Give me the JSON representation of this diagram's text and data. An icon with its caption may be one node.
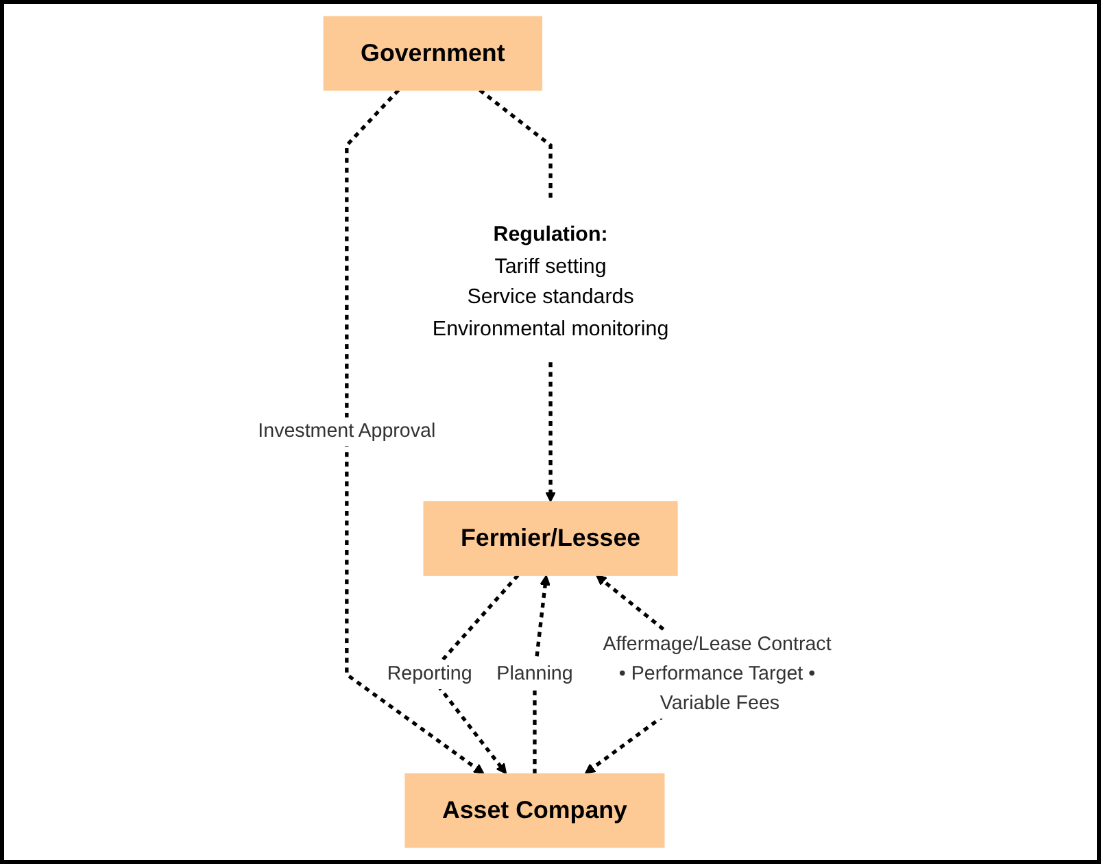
{
  "diagram": {
    "nodes": [
      {
        "text": [
          "Government"
        ]
      },
      {
        "text": [
          "Regulation:",
          "Tariff setting",
          "Service standards",
          "Environmental monitoring"
        ]
      },
      {
        "text": [
          "Asset Company"
        ]
      },
      {
        "text": [
          "Fermier/Lessee"
        ]
      }
    ],
    "edges": [
      {
        "from": 0,
        "to": 1,
        "arrow": "none"
      },
      {
        "from": 1,
        "to": 3,
        "arrow": "to"
      },
      {
        "from": 0,
        "to": 2,
        "arrow": "to",
        "label": "Investment Approval"
      },
      {
        "from": 3,
        "to": 2,
        "arrow": "to",
        "label": "Reporting"
      },
      {
        "from": 2,
        "to": 3,
        "arrow": "to",
        "label": "Planning"
      },
      {
        "from": 2,
        "to": 3,
        "arrow": "both",
        "label": "Affermage/Lease Contract • Performance Target • Variable Fees"
      }
    ]
  }
}
